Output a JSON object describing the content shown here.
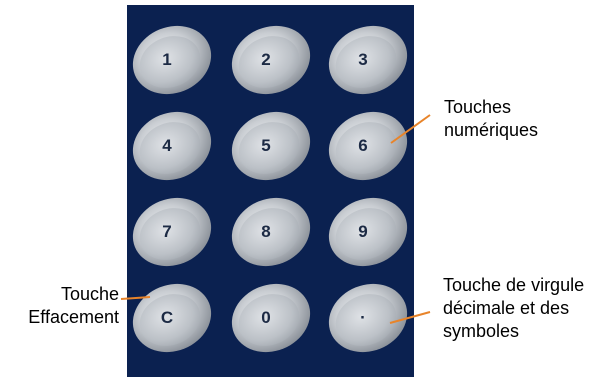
{
  "keypad": {
    "keys": [
      {
        "label": "1"
      },
      {
        "label": "2"
      },
      {
        "label": "3"
      },
      {
        "label": "4"
      },
      {
        "label": "5"
      },
      {
        "label": "6"
      },
      {
        "label": "7"
      },
      {
        "label": "8"
      },
      {
        "label": "9"
      },
      {
        "label": "C"
      },
      {
        "label": "0"
      },
      {
        "label": "·"
      }
    ]
  },
  "annotations": {
    "numeric_keys": {
      "line1": "Touches",
      "line2": "numériques"
    },
    "clear_key": {
      "line1": "Touche",
      "line2": "Effacement"
    },
    "decimal_key": {
      "line1": "Touche de virgule",
      "line2": "décimale et des",
      "line3": "symboles"
    }
  },
  "colors": {
    "panel": "#0b2150",
    "key_face": "#c4c8cd",
    "leader_line": "#e8842a"
  }
}
